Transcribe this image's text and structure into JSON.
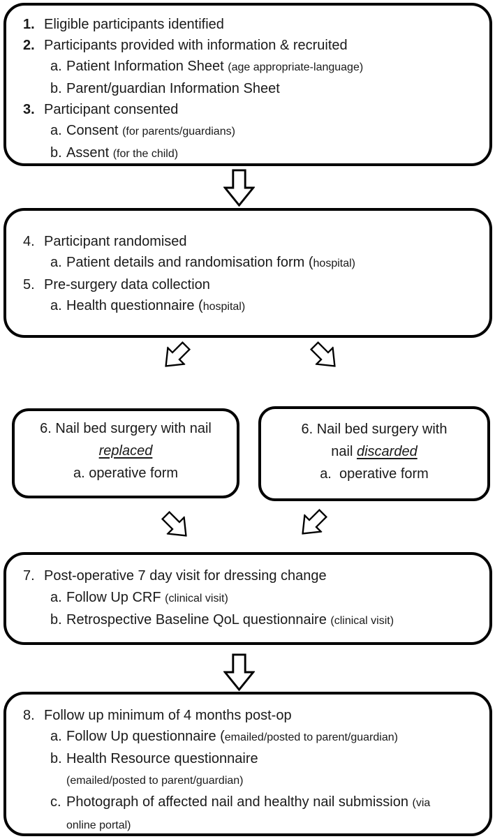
{
  "colors": {
    "border": "#000000",
    "text": "#1a1a1a",
    "background": "#ffffff"
  },
  "icons": {
    "arrow_down": "down-block-arrow (hollow, black outline)",
    "arrow_down_left": "down-left-block-arrow (hollow, black outline)",
    "arrow_down_right": "down-right-block-arrow (hollow, black outline)"
  },
  "boxes": {
    "recruitment": {
      "lines": [
        {
          "marker": "1.",
          "bold": true,
          "level": 1,
          "text": "Eligible participants identified"
        },
        {
          "marker": "2.",
          "bold": true,
          "level": 1,
          "text": "Participants provided with information & recruited"
        },
        {
          "marker": "a.",
          "level": 2,
          "text": "Patient Information Sheet",
          "small": "(age appropriate-language)"
        },
        {
          "marker": "b.",
          "level": 2,
          "text": "Parent/guardian Information Sheet"
        },
        {
          "marker": "3.",
          "bold": true,
          "level": 1,
          "text": "Participant consented"
        },
        {
          "marker": "a.",
          "level": 2,
          "text": "Consent",
          "small": "(for parents/guardians)"
        },
        {
          "marker": "b.",
          "level": 2,
          "text": "Assent",
          "small": "(for the child)"
        }
      ]
    },
    "randomisation": {
      "lines": [
        {
          "marker": "4.",
          "level": 1,
          "text": "Participant randomised"
        },
        {
          "marker": "a.",
          "level": 2,
          "text": "Patient details and randomisation form (",
          "small": "hospital)"
        },
        {
          "marker": "5.",
          "level": 1,
          "text": "Pre-surgery data collection"
        },
        {
          "marker": "a.",
          "level": 2,
          "text": "Health questionnaire (",
          "small": "hospital)"
        }
      ]
    },
    "surgery_replaced": {
      "lines": [
        [
          {
            "text": "6. Nail bed surgery with nail"
          }
        ],
        [
          {
            "text": "replaced",
            "emph": true
          }
        ],
        [
          {
            "text": "a. operative form"
          }
        ]
      ]
    },
    "surgery_discarded": {
      "lines": [
        [
          {
            "text": "6. Nail bed surgery with"
          }
        ],
        [
          {
            "text": "nail "
          },
          {
            "text": "discarded",
            "emph": true
          }
        ],
        [
          {
            "text": "a.  operative form"
          }
        ]
      ]
    },
    "postop_visit": {
      "lines": [
        {
          "marker": "7.",
          "level": 1,
          "text": "Post-operative 7 day visit for dressing change"
        },
        {
          "marker": "a.",
          "level": 2,
          "text": "Follow Up CRF",
          "small": "(clinical visit)"
        },
        {
          "marker": "b.",
          "level": 2,
          "text": "Retrospective Baseline QoL questionnaire",
          "small": "(clinical visit)"
        }
      ]
    },
    "followup": {
      "lines": [
        {
          "marker": "8.",
          "level": 1,
          "text": "Follow up minimum of 4 months post-op"
        },
        {
          "marker": "a.",
          "level": 2,
          "text": "Follow Up questionnaire (",
          "small": "emailed/posted to parent/guardian)"
        },
        {
          "marker": "b.",
          "level": 2,
          "text": "Health Resource questionnaire"
        },
        {
          "marker": "",
          "level": 2,
          "small": "(emailed/posted to parent/guardian)"
        },
        {
          "marker": "c.",
          "level": 2,
          "text": "Photograph of affected nail and healthy nail submission",
          "small": "(via"
        },
        {
          "marker": "",
          "level": 2,
          "small": "online portal)"
        }
      ]
    }
  }
}
